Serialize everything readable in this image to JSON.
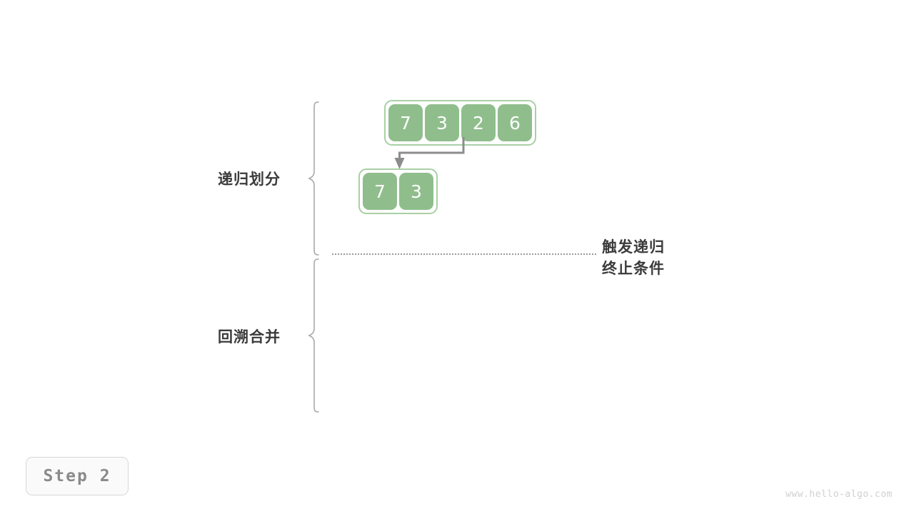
{
  "diagram": {
    "title_badge": {
      "label": "Step 2"
    },
    "watermark": "www.hello-algo.com",
    "colors": {
      "cell_fill": "#8fbe8c",
      "cell_text": "#ffffff",
      "group_border": "#a9d0a5",
      "arrow": "#8c8c8c",
      "label_text": "#3b3b3b",
      "dotted_line": "#9a9a9a",
      "badge_text": "#8a8a8a",
      "watermark": "#d0d0d0",
      "background": "#ffffff"
    },
    "sections": [
      {
        "id": "divide",
        "label": "递归划分"
      },
      {
        "id": "merge",
        "label": "回溯合并"
      }
    ],
    "annotations": [
      {
        "id": "termination",
        "line1": "触发递归",
        "line2": "终止条件"
      }
    ],
    "arrays": [
      {
        "id": "root",
        "values": [
          "7",
          "3",
          "2",
          "6"
        ]
      },
      {
        "id": "left-sub",
        "values": [
          "7",
          "3"
        ]
      }
    ],
    "connectors": [
      {
        "id": "divide-arrow",
        "from": "root",
        "to": "left-sub",
        "style": "elbow-arrow"
      }
    ],
    "separator": {
      "id": "recursion-base-line",
      "style": "dotted"
    }
  }
}
